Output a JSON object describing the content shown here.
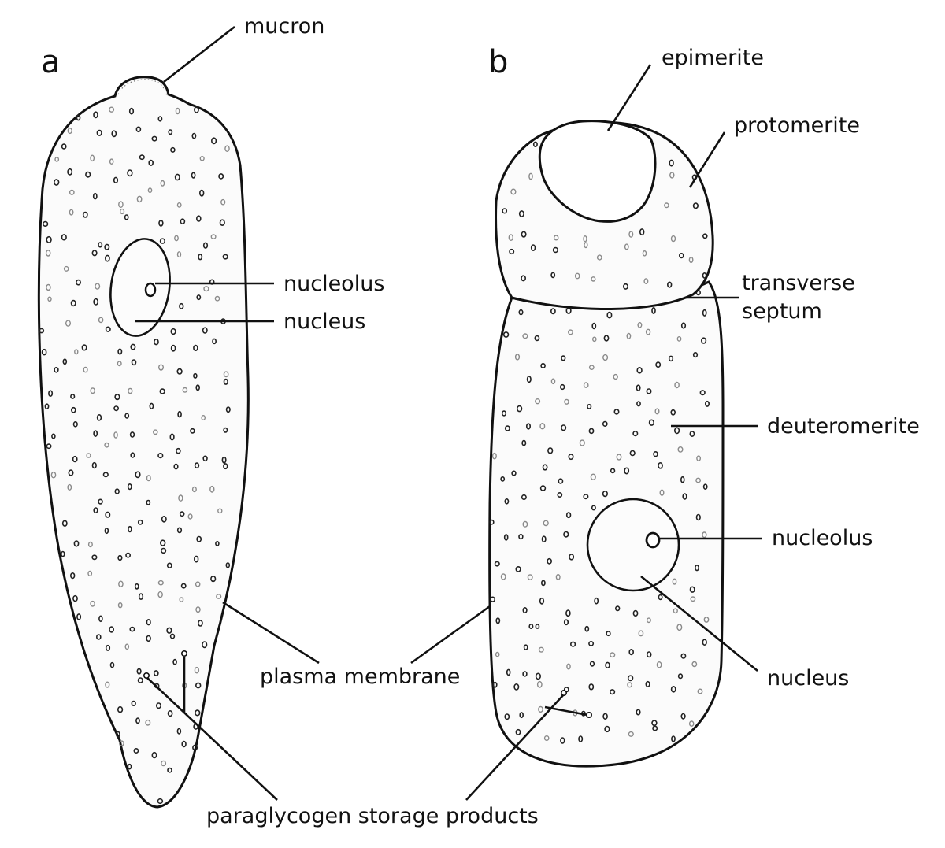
{
  "panels": {
    "a": {
      "letter": "a",
      "labels": {
        "mucron": "mucron",
        "nucleolus": "nucleolus",
        "nucleus": "nucleus"
      }
    },
    "b": {
      "letter": "b",
      "labels": {
        "epimerite": "epimerite",
        "protomerite": "protomerite",
        "transverse_septum_line1": "transverse",
        "transverse_septum_line2": "septum",
        "deuteromerite": "deuteromerite",
        "nucleolus": "nucleolus",
        "nucleus": "nucleus"
      }
    }
  },
  "shared_labels": {
    "plasma_membrane": "plasma membrane",
    "paraglycogen_storage_products": "paraglycogen storage products"
  }
}
